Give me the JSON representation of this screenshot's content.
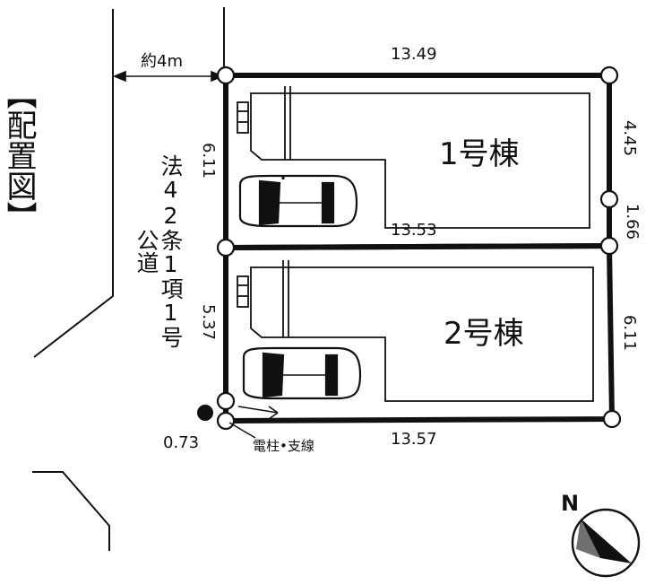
{
  "title": "【配置図】",
  "road": {
    "col1": "法42条1項1号",
    "col2": "公道",
    "width": "約4m"
  },
  "lots": [
    {
      "name": "1号棟"
    },
    {
      "name": "2号棟"
    }
  ],
  "dimensions": {
    "top": "13.49",
    "middle": "13.53",
    "bottom": "13.57",
    "left_upper": "6.11",
    "left_lower": "5.37",
    "right_upper": "4.45",
    "right_middle": "1.66",
    "right_lower": "6.11",
    "corner": "0.73"
  },
  "utility_pole": "電柱•支線",
  "compass": {
    "label": "N"
  },
  "colors": {
    "line": "#111111",
    "background": "#ffffff"
  }
}
